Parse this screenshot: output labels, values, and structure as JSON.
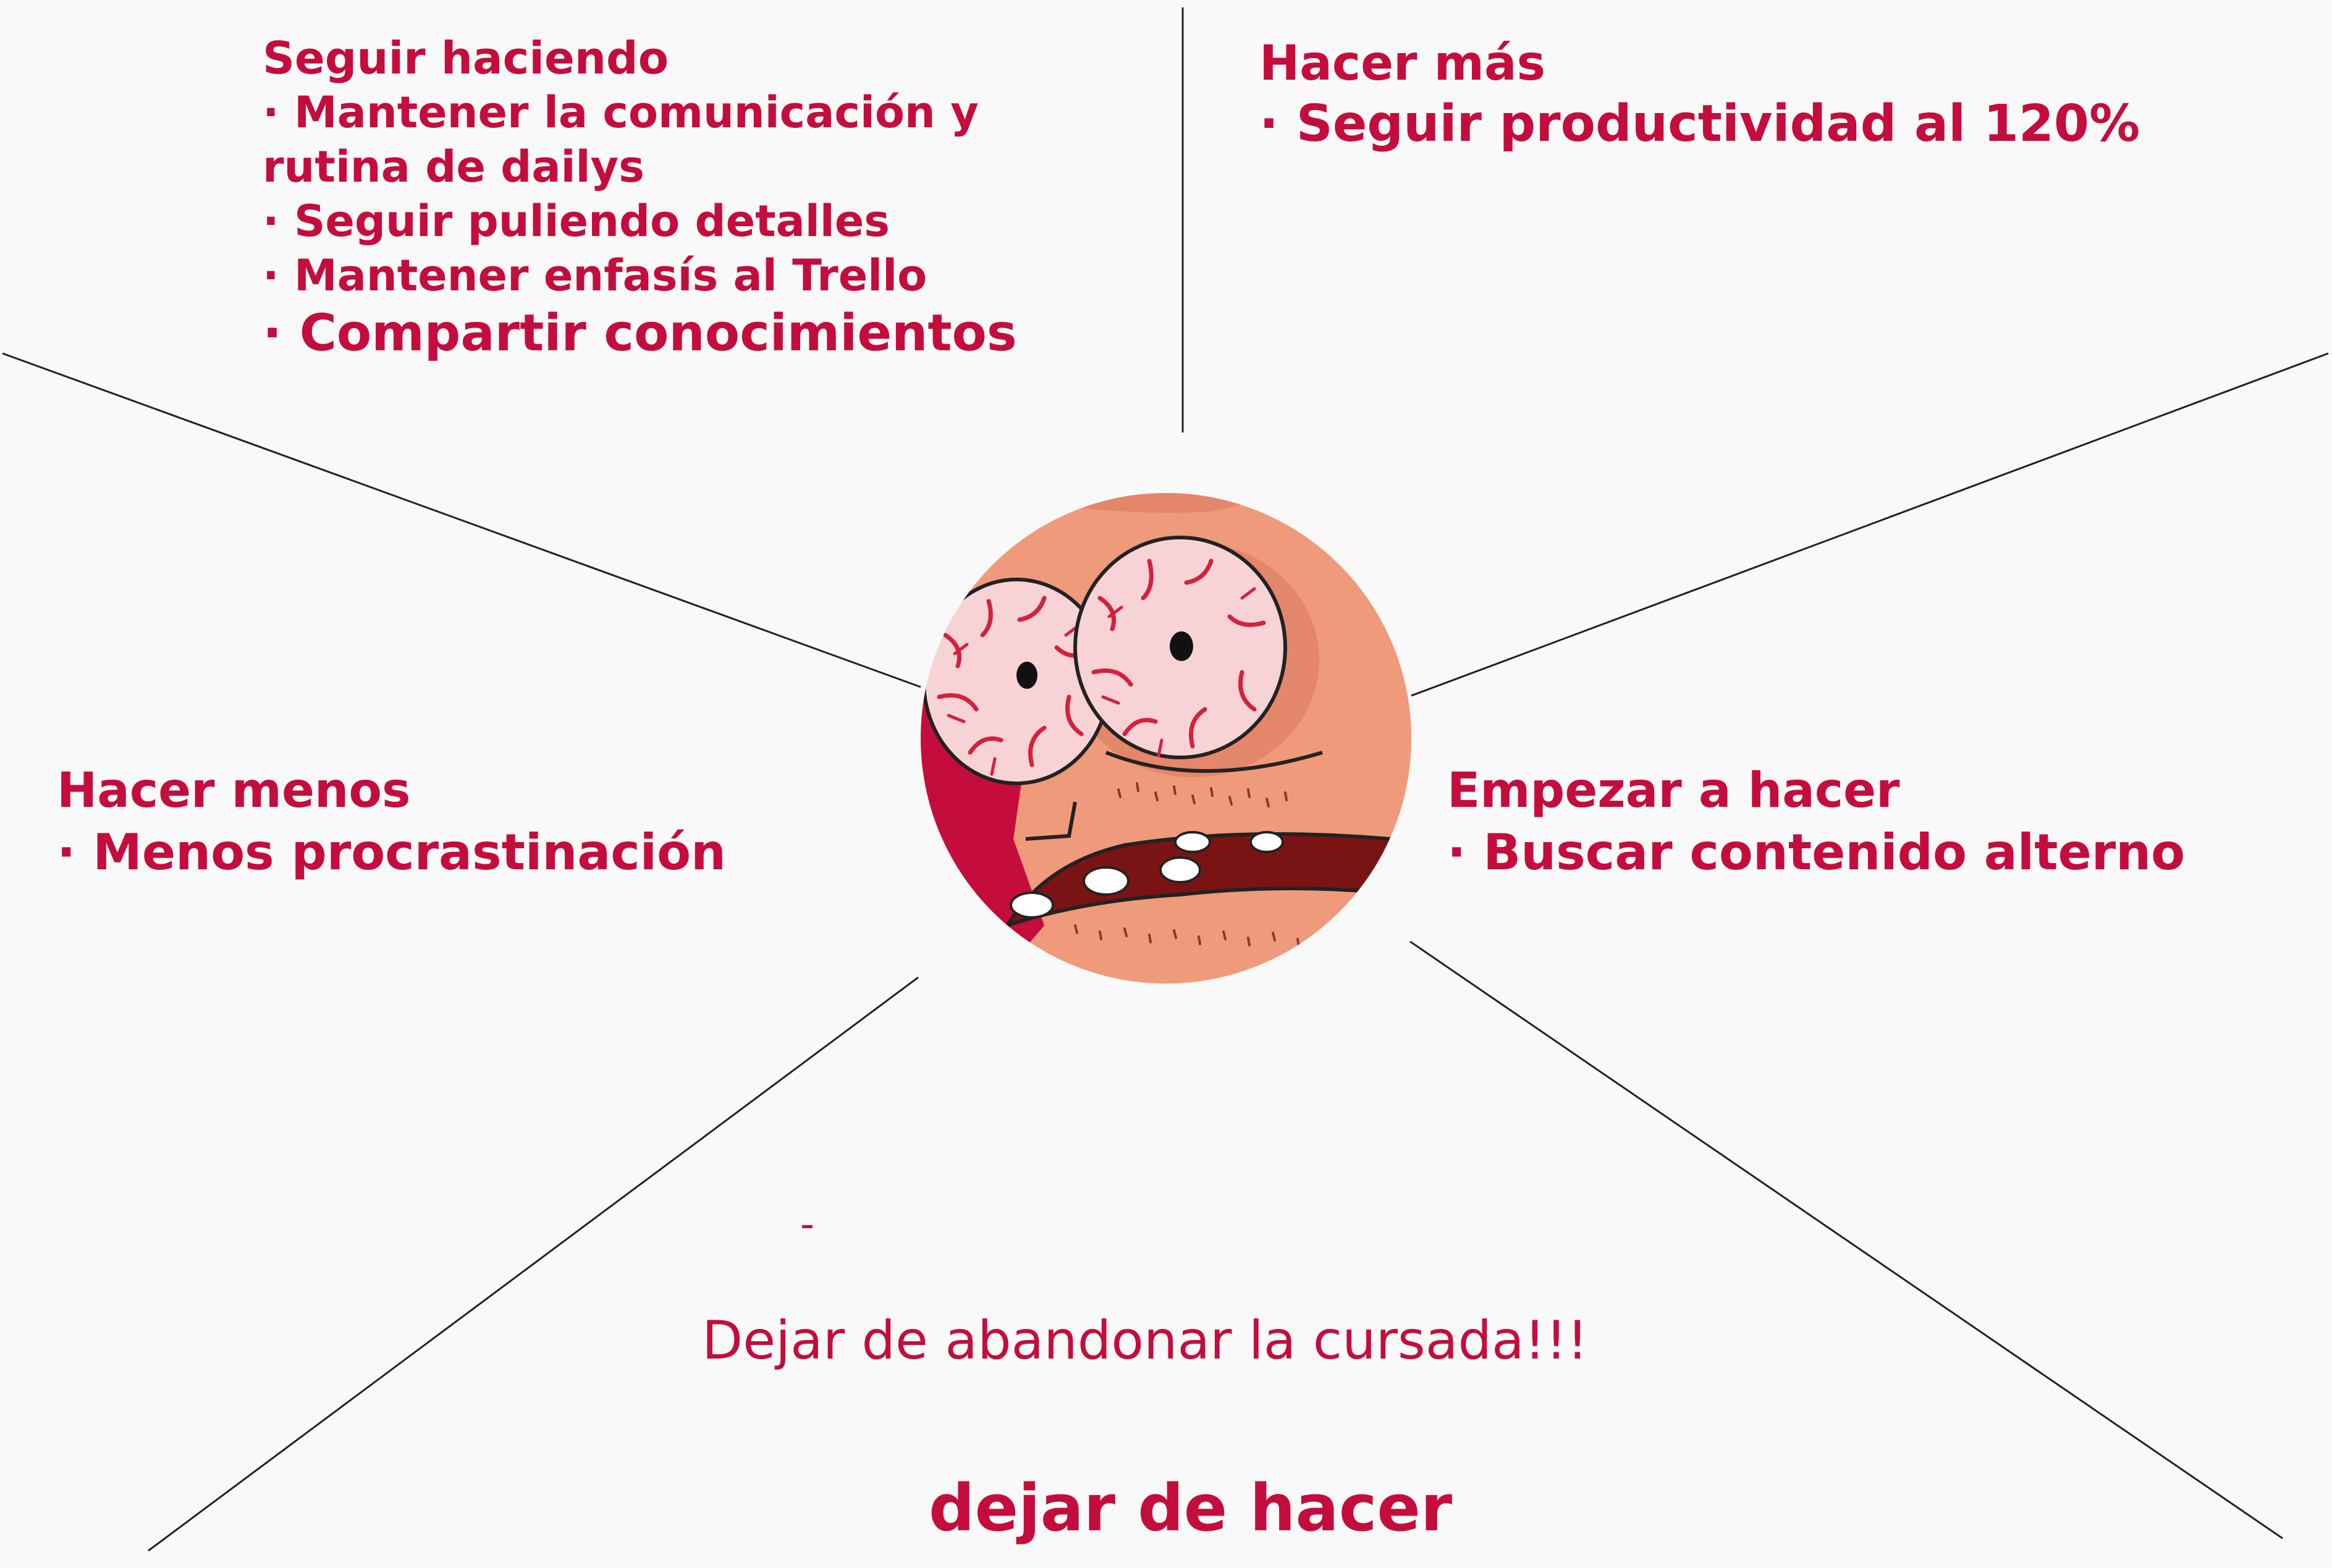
{
  "sections": {
    "keep_doing": {
      "title": "Seguir haciendo",
      "items": [
        "· Mantener la comunicación y",
        "rutina de dailys",
        "· Seguir puliendo detalles",
        "· Mantener enfasís al Trello",
        "· Compartir conocimientos"
      ]
    },
    "do_more": {
      "title": "Hacer más",
      "items": [
        "· Seguir productividad al 120%"
      ]
    },
    "do_less": {
      "title": "Hacer menos",
      "items": [
        "· Menos procrastinación"
      ]
    },
    "start_doing": {
      "title": "Empezar a hacer",
      "items": [
        "· Buscar contenido alterno"
      ]
    },
    "stop_doing": {
      "title": "dejar de hacer",
      "bullet": "-",
      "items": [
        "Dejar de abandonar la cursada!!!"
      ]
    }
  },
  "colors": {
    "accent": "#c40d3c",
    "background": "#f9f9f9",
    "lines": "#222222",
    "skin": "#ef9a7a",
    "eye": "#f8d3d6",
    "vein": "#d4213c"
  },
  "center_image": "bloodshot-eyes-cartoon-face"
}
